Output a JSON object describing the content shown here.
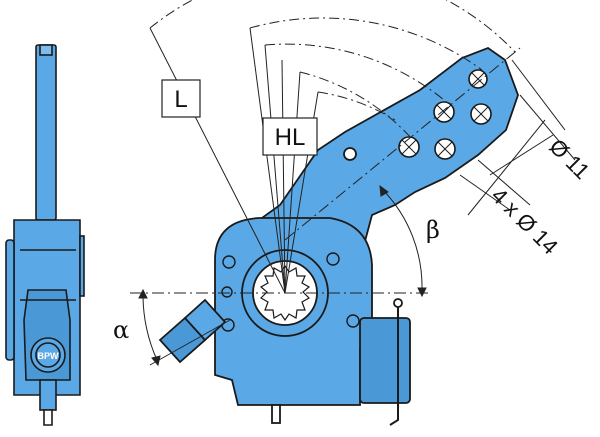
{
  "labels": {
    "lever_length": "L",
    "hole_length": "HL",
    "angle_beta": "β",
    "angle_alpha": "α",
    "dim_hole_single": "Ø 11",
    "dim_hole_multi": "4 x Ø 14",
    "logo_text": "BPW"
  },
  "colors": {
    "part_fill": "#5aa9e6",
    "part_stroke": "#1a1a1a",
    "dim_line": "#222222",
    "background": "#ffffff"
  }
}
